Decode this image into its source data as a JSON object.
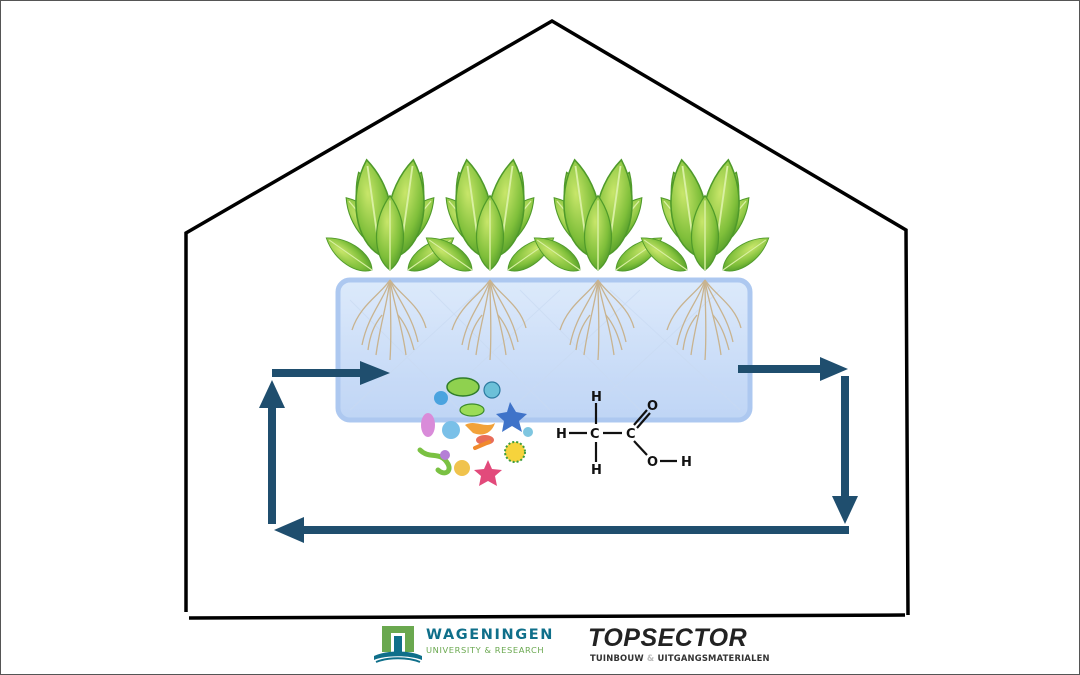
{
  "diagram": {
    "molecule_atoms": {
      "h1": "H",
      "h2": "H",
      "h3": "H",
      "h4": "H",
      "c1": "C",
      "c2": "C",
      "o1": "O",
      "o2": "O"
    },
    "arrow_color": "#1f4e6e",
    "house_color": "#000000"
  },
  "logos": {
    "wur": {
      "name": "WAGENINGEN",
      "subtitle": "UNIVERSITY & RESEARCH"
    },
    "topsector": {
      "name": "TOPSECTOR",
      "subtitle_a": "TUINBOUW",
      "subtitle_amp": "&",
      "subtitle_b": "UITGANGSMATERIALEN"
    }
  }
}
